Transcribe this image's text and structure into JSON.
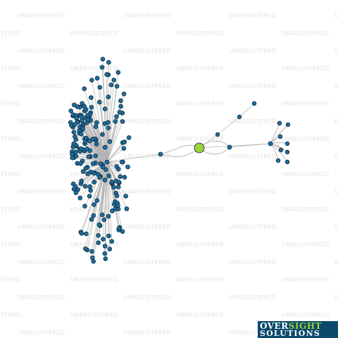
{
  "watermark_text": "UNREGISTERED",
  "logo": {
    "part1": "OVER",
    "part2": "SIGHT",
    "part3": "SOLUTIONS"
  },
  "colors": {
    "node_fill": "#1f6e9c",
    "node_stroke": "#0a2a40",
    "hub_fill": "#9bd23a",
    "edge": "#b4b4b4",
    "watermark": "#e2e2e2",
    "logo_bg": "#0b4a6b",
    "logo_accent": "#9cd13a"
  },
  "network": {
    "focus_node": "central-entity",
    "peripheral_cluster_count": 200,
    "right_cluster_nodes": 9,
    "upper_chain_nodes": 3
  }
}
